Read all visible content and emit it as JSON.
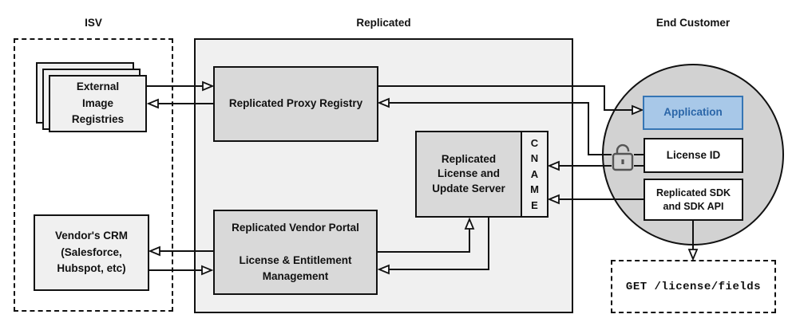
{
  "sections": {
    "isv": {
      "label": "ISV"
    },
    "replicated": {
      "label": "Replicated"
    },
    "end_customer": {
      "label": "End Customer"
    }
  },
  "nodes": {
    "external_registries": {
      "label": "External\nImage\nRegistries"
    },
    "vendor_crm": {
      "label": "Vendor's CRM\n(Salesforce,\nHubspot, etc)"
    },
    "proxy_registry": {
      "label": "Replicated Proxy Registry"
    },
    "vendor_portal": {
      "label": "Replicated Vendor Portal\n\nLicense & Entitlement\nManagement"
    },
    "license_update_server": {
      "label": "Replicated\nLicense and\nUpdate Server"
    },
    "cname": {
      "label": "C\nN\nA\nM\nE"
    },
    "application": {
      "label": "Application"
    },
    "license_id": {
      "label": "License ID"
    },
    "replicated_sdk": {
      "label": "Replicated SDK\nand SDK API"
    },
    "get_request": {
      "label": "GET /license/fields"
    }
  },
  "icons": {
    "lock": {
      "name": "open-lock-icon",
      "glyph": "🔓"
    }
  },
  "edges": [
    {
      "from": "external_registries",
      "to": "proxy_registry",
      "direction": "right"
    },
    {
      "from": "proxy_registry",
      "to": "external_registries",
      "direction": "left"
    },
    {
      "from": "proxy_registry",
      "to": "application",
      "direction": "right"
    },
    {
      "from": "license_id_lock",
      "to": "proxy_registry",
      "direction": "left"
    },
    {
      "from": "license_id_lock",
      "to": "cname",
      "direction": "left"
    },
    {
      "from": "replicated_sdk",
      "to": "cname",
      "direction": "left"
    },
    {
      "from": "vendor_portal",
      "to": "vendor_crm",
      "direction": "left"
    },
    {
      "from": "vendor_crm",
      "to": "vendor_portal",
      "direction": "right"
    },
    {
      "from": "vendor_portal",
      "to": "license_update_server",
      "direction": "up"
    },
    {
      "from": "license_update_server",
      "to": "vendor_portal",
      "direction": "left"
    },
    {
      "from": "replicated_sdk",
      "to": "get_request",
      "direction": "down"
    }
  ],
  "colors": {
    "container_fill": "#f0f0f0",
    "node_fill": "#d9d9d9",
    "circle_fill": "#d2d2d2",
    "line": "#111111",
    "application_fill": "#a8c8e8",
    "application_border": "#3676b5",
    "application_text": "#2b66a8"
  }
}
